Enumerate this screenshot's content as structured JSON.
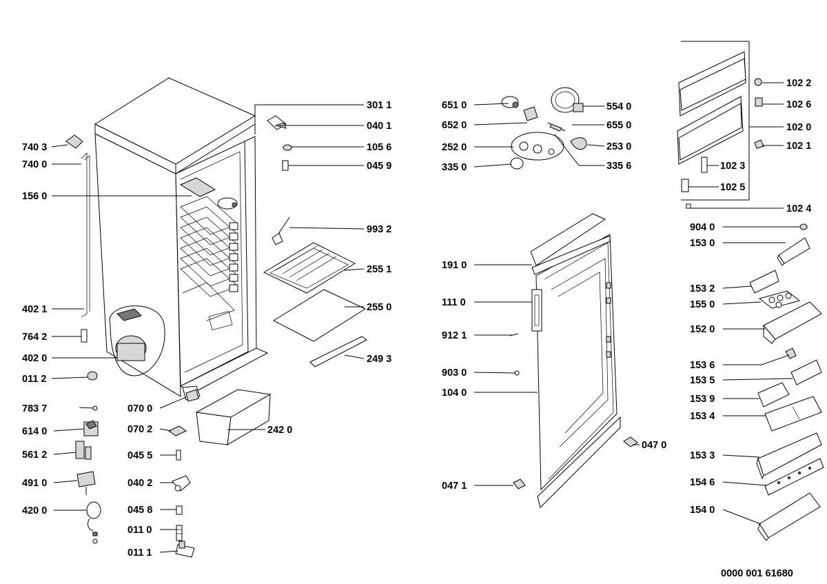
{
  "document_id": "0000 001 61680",
  "labels": {
    "c301_1": "301 1",
    "c040_1": "040 1",
    "c105_6": "105 6",
    "c045_9": "045 9",
    "c740_3": "740 3",
    "c740_0": "740 0",
    "c156_0": "156 0",
    "c993_2": "993 2",
    "c255_1": "255 1",
    "c255_0": "255 0",
    "c249_3": "249 3",
    "c402_1": "402 1",
    "c764_2": "764 2",
    "c402_0": "402 0",
    "c011_2": "011 2",
    "c070_0": "070 0",
    "c070_2": "070 2",
    "c242_0": "242 0",
    "c783_7": "783 7",
    "c614_0": "614 0",
    "c561_2": "561 2",
    "c491_0": "491 0",
    "c420_0": "420 0",
    "c045_5": "045 5",
    "c040_2": "040 2",
    "c045_8": "045 8",
    "c011_0": "011 0",
    "c011_1": "011 1",
    "c651_0": "651 0",
    "c652_0": "652 0",
    "c252_0": "252 0",
    "c335_0": "335 0",
    "c554_0": "554 0",
    "c655_0": "655 0",
    "c253_0": "253 0",
    "c335_6": "335 6",
    "c191_0": "191 0",
    "c111_0": "111 0",
    "c912_1": "912 1",
    "c903_0": "903 0",
    "c104_0": "104 0",
    "c047_1": "047 1",
    "c047_0": "047 0",
    "c102_2": "102 2",
    "c102_6": "102 6",
    "c102_0": "102 0",
    "c102_1": "102 1",
    "c102_3": "102 3",
    "c102_5": "102 5",
    "c102_4": "102 4",
    "c904_0": "904 0",
    "c153_0": "153 0",
    "c153_2": "153 2",
    "c155_0": "155 0",
    "c152_0": "152 0",
    "c153_6": "153 6",
    "c153_5": "153 5",
    "c153_9": "153 9",
    "c153_4": "153 4",
    "c153_3": "153 3",
    "c154_6": "154 6",
    "c154_0": "154 0"
  }
}
